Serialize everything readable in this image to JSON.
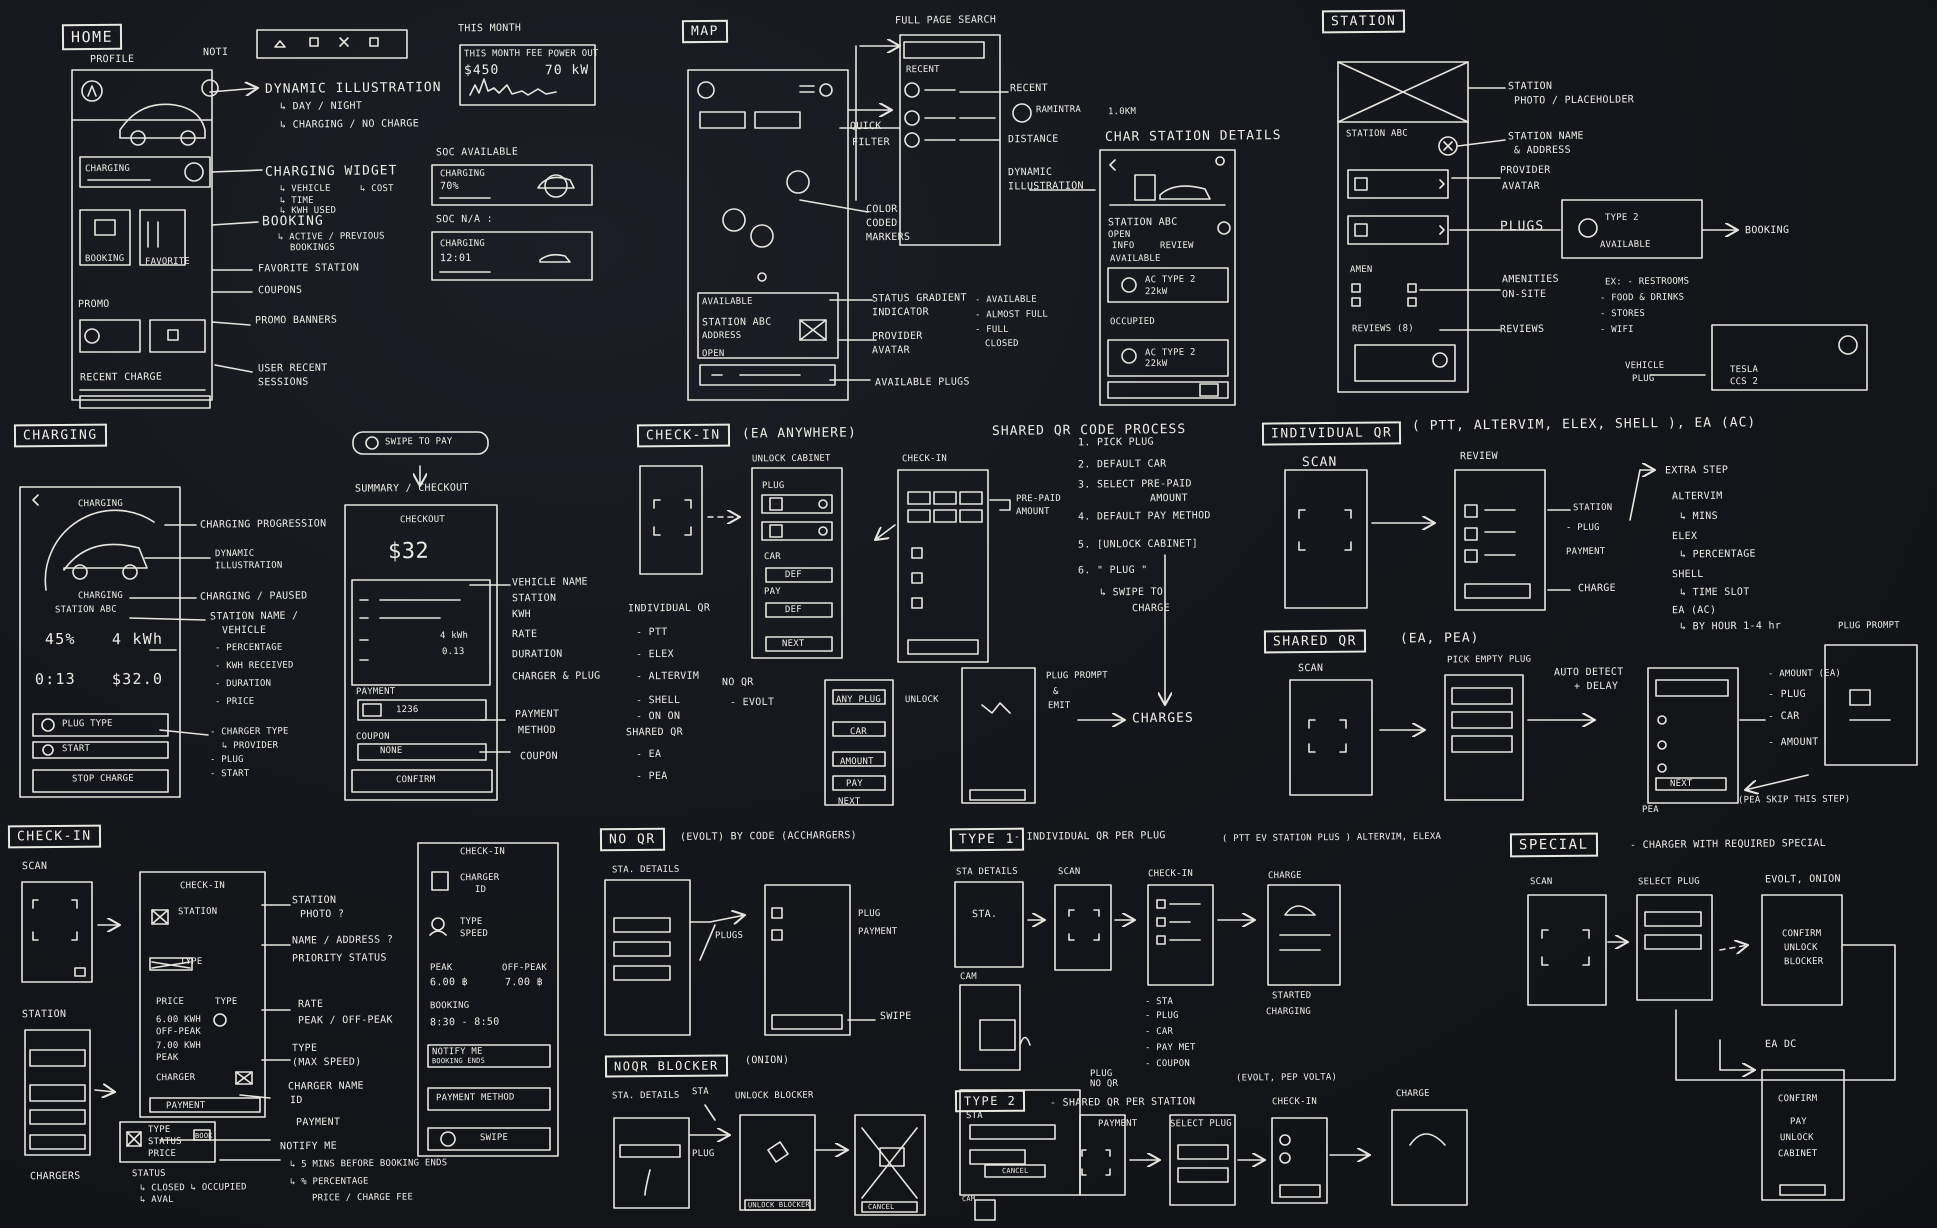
{
  "sections": {
    "home": "HOME",
    "map": "MAP",
    "station": "STATION",
    "charging": "CHARGING",
    "checkin": "CHECK-IN",
    "checkin2": "CHECK-IN",
    "indqr": "INDIVIDUAL QR",
    "sharedqr": "SHARED QR",
    "noqr": "NO QR",
    "type1": "TYPE 1",
    "noqr_blocker": "NOQR BLOCKER",
    "special": "SPECIAL",
    "type2": "TYPE 2"
  },
  "home": {
    "profile": "PROFILE",
    "noti": "NOTI",
    "this_month": "THIS MONTH",
    "month_fee": "THIS MONTH FEE",
    "power_out": "POWER OUT",
    "fee_value": "$450",
    "power_value": "70 kW",
    "dyn": "DYNAMIC ILLUSTRATION",
    "dyn1": "↳ DAY / NIGHT",
    "dyn2": "↳ CHARGING / NO CHARGE",
    "soc_avail": "SOC AVAILABLE",
    "charging_pct_label": "CHARGING",
    "charging_pct": "70%",
    "soc_na": "SOC N/A :",
    "charging_time_label": "CHARGING",
    "charging_time": "12:01",
    "widget": "CHARGING WIDGET",
    "w1": "↳ VEHICLE",
    "w2": "↳ COST",
    "w3": "↳ TIME",
    "w4": "↳ KWH USED",
    "charging_box": "CHARGING",
    "booking": "BOOKING",
    "b1": "↳ ACTIVE / PREVIOUS",
    "b2": "BOOKINGS",
    "bk_card": "BOOKING",
    "fav_card": "FAVORITE",
    "fav": "FAVORITE STATION",
    "coupons": "COUPONS",
    "promo": "PROMO",
    "promo_b": "PROMO BANNERS",
    "recent": "RECENT CHARGE",
    "user_recent": "USER RECENT",
    "sessions": "SESSIONS"
  },
  "map": {
    "full_search": "FULL PAGE SEARCH",
    "recent": "RECENT",
    "recent_lbl": "RECENT",
    "ram": "RAMINTRA",
    "dist": "1.0KM",
    "distance": "DISTANCE",
    "quick": "QUICK",
    "filter": "FILTER",
    "color": "COLOR",
    "coded": "CODED",
    "markers": "MARKERS",
    "available": "AVAILABLE",
    "station_abc": "STATION ABC",
    "address": "ADDRESS",
    "open": "OPEN",
    "status": "STATUS GRADIENT",
    "indicator": "INDICATOR",
    "st1": "- AVAILABLE",
    "st2": "- ALMOST FULL",
    "st3": "- FULL",
    "st4": "CLOSED",
    "provider": "PROVIDER",
    "avatar": "AVATAR",
    "avail_plugs": "AVAILABLE PLUGS",
    "detail_title": "CHAR STATION DETAILS",
    "dynamic": "DYNAMIC",
    "illus": "ILLUSTRATION",
    "d_station": "STATION ABC",
    "d_open": "OPEN",
    "d_info": "INFO",
    "d_review": "REVIEW",
    "d_avail": "AVAILABLE",
    "d_plug": "AC TYPE 2",
    "d_power": "22kW",
    "d_occ": "OCCUPIED",
    "d_plug2": "AC TYPE 2",
    "d_power2": "22kW"
  },
  "station": {
    "photo": "STATION",
    "photo2": "PHOTO / PLACEHOLDER",
    "name": "STATION NAME",
    "addr": "& ADDRESS",
    "provider": "PROVIDER",
    "avatar": "AVATAR",
    "abc": "STATION ABC",
    "plugs": "PLUGS",
    "type2": "TYPE 2",
    "avail": "AVAILABLE",
    "booking": "BOOKING",
    "amen": "AMENITIES",
    "onsite": "ON-SITE",
    "ex": "EX: - RESTROOMS",
    "food": "- FOOD & DRINKS",
    "stores": "- STORES",
    "wifi": "- WIFI",
    "amen_lbl": "AMEN",
    "reviews_lbl": "REVIEWS (8)",
    "reviews": "REVIEWS",
    "vehicle": "VEHICLE",
    "plug": "PLUG",
    "tesla": "TESLA",
    "ccs": "CCS 2"
  },
  "charging": {
    "title": "CHARGING",
    "prog": "CHARGING PROGRESSION",
    "dyn": "DYNAMIC",
    "illus": "ILLUSTRATION",
    "status": "CHARGING / PAUSED",
    "s_charging": "CHARGING",
    "s_station": "STATION ABC",
    "station_name": "STATION NAME /",
    "vehicle": "VEHICLE",
    "pct": "45%",
    "kwh": "4 kWh",
    "time": "0:13",
    "price": "$32.0",
    "p1": "- PERCENTAGE",
    "p2": "- KWH RECEIVED",
    "p3": "- DURATION",
    "p4": "- PRICE",
    "plugtype": "PLUG TYPE",
    "start": "START",
    "c1": "- CHARGER TYPE",
    "c2": "↳ PROVIDER",
    "c3": "- PLUG",
    "c4": "- START",
    "stop": "STOP CHARGE",
    "swipe": "SWIPE TO PAY",
    "summary": "SUMMARY / CHECKOUT",
    "checkout": "CHECKOUT",
    "amount": "$32",
    "v1": "VEHICLE NAME",
    "v2": "STATION",
    "v3": "KWH",
    "v4": "RATE",
    "v5": "DURATION",
    "v6": "CHARGER & PLUG",
    "val_kwh": "4 kWh",
    "val_rate": "0.13",
    "payment": "PAYMENT",
    "card": "1236",
    "coupon_lbl": "COUPON",
    "none": "NONE",
    "confirm": "CONFIRM",
    "paymethod": "PAYMENT",
    "method": "METHOD",
    "coupon": "COUPON"
  },
  "ea": {
    "anywhere": "(EA ANYWHERE)",
    "shared": "SHARED QR CODE PROCESS",
    "st1": "1. PICK PLUG",
    "st2": "2. DEFAULT CAR",
    "st3": "3. SELECT PRE-PAID",
    "st3b": "AMOUNT",
    "st4": "4. DEFAULT PAY METHOD",
    "st5": "5. [UNLOCK CABINET]",
    "st6": "6. \" PLUG \"",
    "st6b": "↳ SWIPE TO",
    "st6c": "CHARGE",
    "unlock": "UNLOCK CABINET",
    "checkin": "CHECK-IN",
    "plug": "PLUG",
    "car": "CAR",
    "def": "DEF",
    "pay": "PAY",
    "next": "NEXT",
    "prepaid": "PRE-PAID",
    "amount": "AMOUNT",
    "indqr": "INDIVIDUAL QR",
    "i1": "- PTT",
    "i2": "- ELEX",
    "i3": "- ALTERVIM",
    "i4": "- SHELL",
    "i5": "- ON ON",
    "sharedqr": "SHARED QR",
    "s1": "- EA",
    "s2": "- PEA",
    "noqr": "NO QR",
    "noqr2": "- EVOLT",
    "unlock2": "UNLOCK",
    "plug_prompt": "PLUG PROMPT",
    "plug_prompt2": "&",
    "plug_prompt3": "EMIT",
    "charges": "CHARGES",
    "m_anplug": "ANY PLUG",
    "m_car": "CAR",
    "m_amount": "AMOUNT",
    "m_pay": "PAY",
    "m_next": "NEXT"
  },
  "indqr": {
    "providers": "( PTT, ALTERVIM, ELEX, SHELL ), EA (AC)",
    "scan": "SCAN",
    "review": "REVIEW",
    "r1": "STATION",
    "r2": "- PLUG",
    "r3": "PAYMENT",
    "r4": "CHARGE",
    "extra": "EXTRA STEP",
    "alt": "ALTERVIM",
    "mins": "↳ MINS",
    "elex": "ELEX",
    "pct": "↳ PERCENTAGE",
    "shell": "SHELL",
    "slot": "↳ TIME SLOT",
    "eaac": "EA (AC)",
    "hour": "↳ BY HOUR  1-4 hr"
  },
  "sharedqr2": {
    "ea_pea": "(EA, PEA)",
    "scan": "SCAN",
    "pick": "PICK EMPTY PLUG",
    "auto": "AUTO DETECT",
    "delay": "+ DELAY",
    "prompt": "PLUG PROMPT",
    "a1": "- AMOUNT (EA)",
    "a2": "- PLUG",
    "a3": "- CAR",
    "a4": "- AMOUNT",
    "next": "NEXT",
    "pea": "PEA",
    "skip": "(PEA SKIP THIS STEP)"
  },
  "checkin": {
    "scan": "SCAN",
    "title": "CHECK-IN",
    "station": "STATION",
    "photo": "STATION",
    "photo2": "PHOTO ?",
    "type": "TYPE",
    "name": "NAME / ADDRESS ?",
    "priority": "PRIORITY STATUS",
    "price": "PRICE",
    "type2": "TYPE",
    "p1": "6.00 KWH",
    "p2": "OFF-PEAK",
    "p3": "7.00 KWH",
    "p4": "PEAK",
    "rate": "RATE",
    "rate2": "PEAK / OFF-PEAK",
    "type3": "TYPE",
    "maxspeed": "(MAX SPEED)",
    "charger": "CHARGER",
    "cname": "CHARGER NAME",
    "id": "ID",
    "payment": "PAYMENT",
    "payment2": "PAYMENT",
    "station2": "STATION",
    "chargers": "CHARGERS",
    "typebox1": "TYPE",
    "typebox2": "STATUS",
    "typebox3": "PRICE",
    "book": "BOOK",
    "status": "STATUS",
    "closed": "↳ CLOSED ↳ OCCUPIED",
    "aval": "↳ AVAL",
    "notify": "NOTIFY ME",
    "n1": "↳ 5 MINS BEFORE BOOKING ENDS",
    "n2": "↳ % PERCENTAGE",
    "n3": "PRICE / CHARGE FEE",
    "detail_title": "CHECK-IN",
    "d_charger": "CHARGER",
    "d_id": "ID",
    "d_type": "TYPE",
    "d_speed": "SPEED",
    "d_peak": "PEAK",
    "d_off": "OFF-PEAK",
    "d_peak_v": "6.00 ฿",
    "d_off_v": "7.00 ฿",
    "d_booking": "BOOKING",
    "d_time": "8:30 - 8:50",
    "d_notify": "NOTIFY ME",
    "d_notify2": "BOOKING ENDS",
    "d_pay": "PAYMENT METHOD",
    "d_swipe": "SWIPE"
  },
  "noqr": {
    "desc": "(EVOLT) BY CODE (ACCHARGERS)",
    "sta": "STA. DETAILS",
    "plugs": "PLUGS",
    "plug": "PLUG",
    "payment": "PAYMENT",
    "swipe": "SWIPE",
    "blocker": "(ONION)",
    "sta2": "STA. DETAILS",
    "sta3": "STA",
    "unlock": "UNLOCK BLOCKER",
    "plug2": "PLUG",
    "unlockbtn": "UNLOCK BLOCKER",
    "cancel": "CANCEL"
  },
  "type1": {
    "desc": "- INDIVIDUAL QR PER PLUG",
    "ptt": "( PTT EV STATION PLUS ) ALTERVIM, ELEXA",
    "sta": "STA DETAILS",
    "scan": "SCAN",
    "checkin": "CHECK-IN",
    "charge": "CHARGE",
    "sta_box": "STA.",
    "cam": "CAM",
    "l1": "- STA",
    "l2": "- PLUG",
    "l3": "- CAR",
    "l4": "- PAY MET",
    "l5": "- COUPON",
    "started": "STARTED",
    "charging": "CHARGING",
    "plug": "PLUG",
    "noqr": "NO QR"
  },
  "type2": {
    "desc": "- SHARED QR PER STATION",
    "payment": "PAYMENT",
    "select": "SELECT PLUG",
    "sta": "STA",
    "cancel": "CANCEL",
    "evolt": "(EVOLT, PEP VOLTA)",
    "checkin": "CHECK-IN",
    "charge": "CHARGE",
    "cam": "CAM"
  },
  "special": {
    "desc": "- CHARGER WITH REQUIRED SPECIAL",
    "scan": "SCAN",
    "select": "SELECT PLUG",
    "evolt": "EVOLT, ONION",
    "confirm": "CONFIRM",
    "unlock": "UNLOCK",
    "blocker": "BLOCKER",
    "eadc": "EA DC",
    "c1": "CONFIRM",
    "c2": "PAY",
    "c3": "UNLOCK",
    "c4": "CABINET"
  }
}
